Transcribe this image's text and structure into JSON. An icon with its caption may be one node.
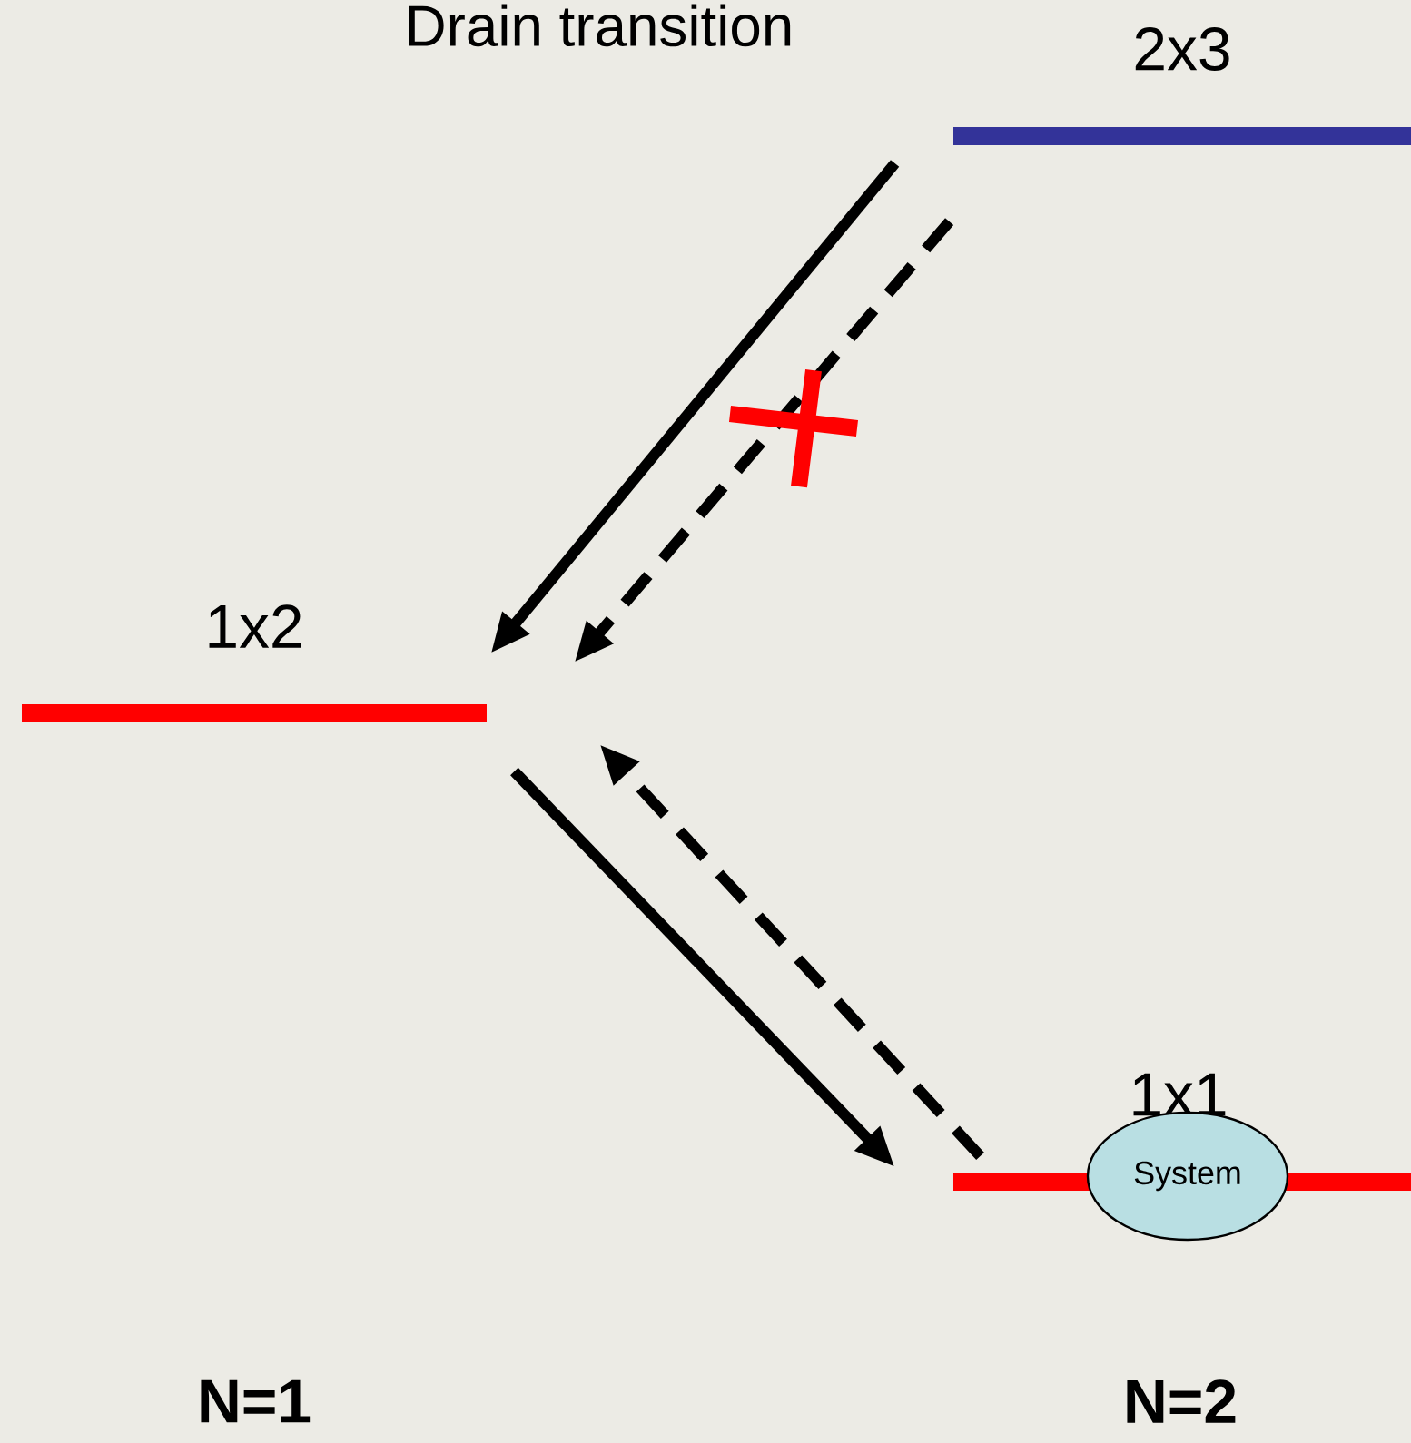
{
  "diagram": {
    "title": "Drain transition",
    "nodes": [
      {
        "text": [
          "2x3"
        ]
      },
      {
        "text": [
          "1x2"
        ]
      },
      {
        "text": [
          "1x1"
        ]
      },
      {
        "text": [
          "System"
        ]
      }
    ],
    "edges": [
      {
        "from": 0,
        "to": 1,
        "arrow": "to"
      },
      {
        "from": 0,
        "to": 1,
        "arrow": "to",
        "style": "dashed"
      },
      {
        "from": 1,
        "to": 2,
        "arrow": "to"
      },
      {
        "from": 2,
        "to": 1,
        "arrow": "to",
        "style": "dashed"
      }
    ],
    "labels": [
      "N=1",
      "N=2"
    ]
  }
}
